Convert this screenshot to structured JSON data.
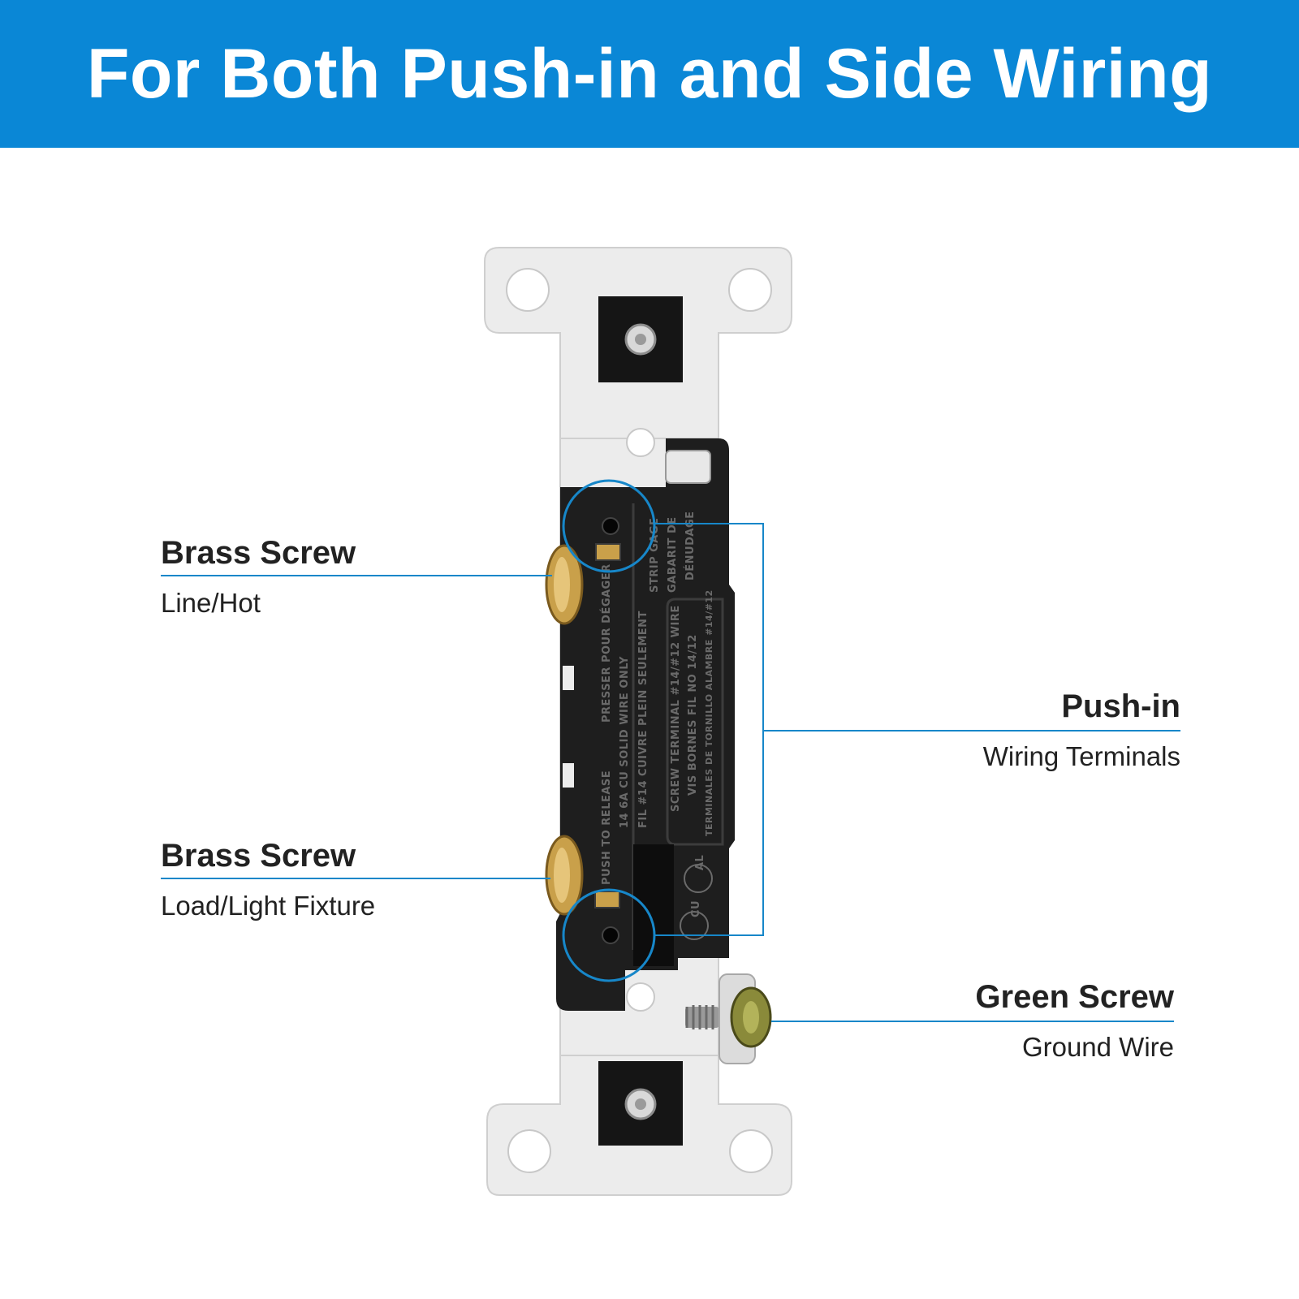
{
  "header": {
    "title": "For Both Push-in and Side Wiring"
  },
  "colors": {
    "banner": "#0a87d6",
    "leader": "#0a87d6",
    "switch_body": "#1e1e1e",
    "strap": "#ececec",
    "brass": "#c9a04a",
    "green_screw": "#8a8a3a"
  },
  "callouts": {
    "brass_top": {
      "title": "Brass Screw",
      "subtitle": "Line/Hot"
    },
    "brass_bottom": {
      "title": "Brass Screw",
      "subtitle": "Load/Light Fixture"
    },
    "push_in": {
      "title": "Push-in",
      "subtitle": "Wiring Terminals"
    },
    "green": {
      "title": "Green Screw",
      "subtitle": "Ground Wire"
    }
  },
  "body_text": {
    "strip_gauge": [
      "STRIP GAGE",
      "GABARIT DE",
      "DÉNUDAGE"
    ],
    "push_release": [
      "PRESSER POUR DÉGAGER",
      "PUSH TO RELEASE"
    ],
    "wire_spec": [
      "14 6A CU SOLID WIRE ONLY",
      "FIL #14 CUIVRE PLEIN SEULEMENT"
    ],
    "screw_terminal": [
      "SCREW TERMINAL #14/#12 WIRE",
      "VIS BORNES FIL NO 14/12",
      "TERMINALES DE TORNILLO ALAMBRE #14/#12"
    ],
    "marks": [
      "AL",
      "CU"
    ]
  }
}
